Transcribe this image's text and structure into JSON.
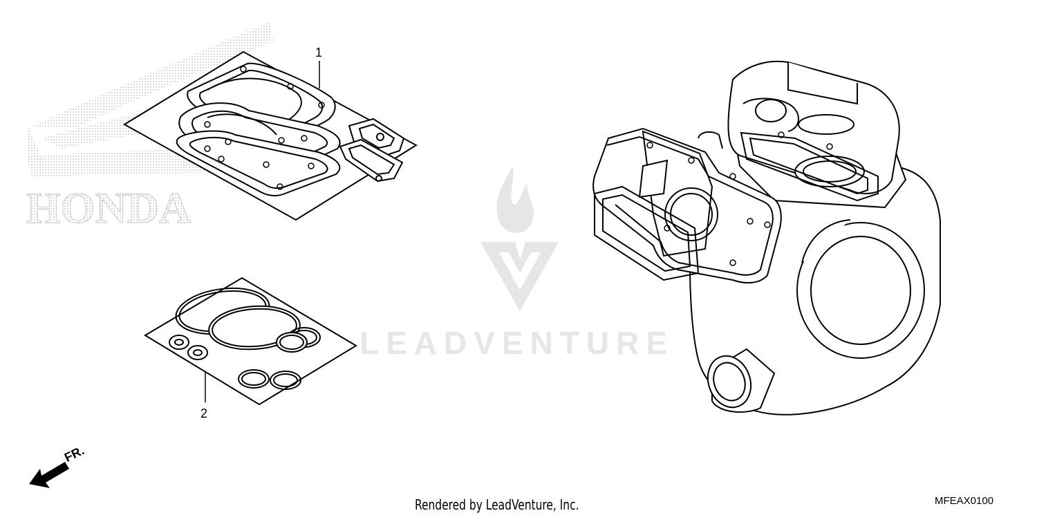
{
  "callouts": {
    "part_1": "1",
    "part_2": "2"
  },
  "orientation": {
    "label": "FR."
  },
  "footer": {
    "credit": "Rendered by LeadVenture, Inc.",
    "diagram_code": "MFEAX0100"
  },
  "logos": {
    "background_brand": "HONDA",
    "watermark": "LEADVENTURE"
  },
  "icons": {
    "front_arrow": "arrow-down-left-icon"
  },
  "colors": {
    "line": "#000000",
    "watermark": "#e6e6e6",
    "dots": "#bdbdbd"
  }
}
